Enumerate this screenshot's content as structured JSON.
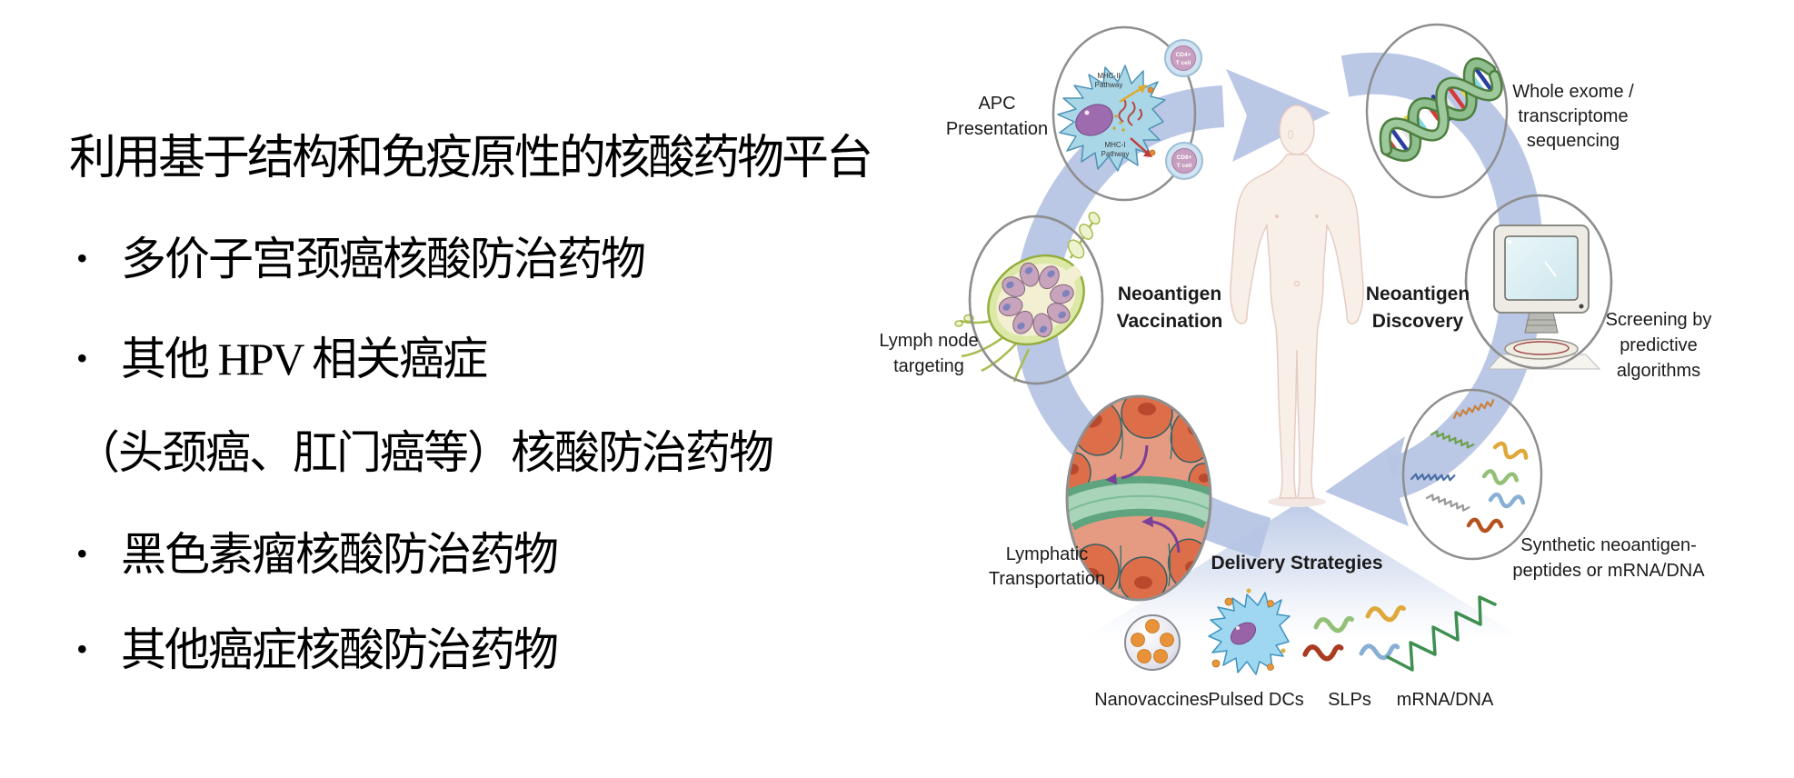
{
  "slide": {
    "title": "利用基于结构和免疫原性的核酸药物平台",
    "bullets": [
      {
        "marker": "•",
        "text": "多价子宫颈癌核酸防治药物"
      },
      {
        "marker": "•",
        "text": "其他 HPV 相关癌症"
      },
      {
        "marker": "",
        "text": "（头颈癌、肛门癌等）核酸防治药物"
      },
      {
        "marker": "•",
        "text": "黑色素瘤核酸防治药物"
      },
      {
        "marker": "•",
        "text": "其他癌症核酸防治药物"
      }
    ]
  },
  "diagram": {
    "stage_labels": {
      "apc_1": "APC",
      "apc_2": "Presentation",
      "seq_1": "Whole exome /",
      "seq_2": "transcriptome",
      "seq_3": "sequencing",
      "lymph_1": "Lymph node",
      "lymph_2": "targeting",
      "screen_1": "Screening by",
      "screen_2": "predictive",
      "screen_3": "algorithms",
      "lymphatic_1": "Lymphatic",
      "lymphatic_2": "Transportation",
      "synthetic_1": "Synthetic neoantigen-",
      "synthetic_2": "peptides or mRNA/DNA"
    },
    "center_labels": {
      "vaccination_1": "Neoantigen",
      "vaccination_2": "Vaccination",
      "discovery_1": "Neoantigen",
      "discovery_2": "Discovery"
    },
    "delivery": {
      "title": "Delivery Strategies",
      "items": [
        "Nanovaccines",
        "Pulsed DCs",
        "SLPs",
        "mRNA/DNA"
      ]
    },
    "apc_detail": {
      "mhc2_1": "MHC-II",
      "mhc2_2": "Pathway",
      "mhc1_1": "MHC-I",
      "mhc1_2": "Pathway",
      "cd4_1": "CD4+",
      "cd4_2": "T cell",
      "cd8_1": "CD8+",
      "cd8_2": "T cell"
    },
    "colors": {
      "arrow_band": "#b6c4e4",
      "funnel_top": "#b9c7e6",
      "apc_cell_blue": "#a9d7e8",
      "nucleus_purple": "#9e6cae",
      "lymph_node_green": "#dce8a6",
      "lobe_pink": "#c7a3bc",
      "tissue_red": "#dc6e4a",
      "vessel_green": "#5ea47e",
      "dna_green_dark": "#4e7f3f",
      "dna_green_light": "#9dc99d",
      "nano_orange": "#e8923a",
      "dc_blue": "#9ed7ef",
      "mrna_green": "#3f9050",
      "body_skin": "#f9efe9"
    }
  }
}
